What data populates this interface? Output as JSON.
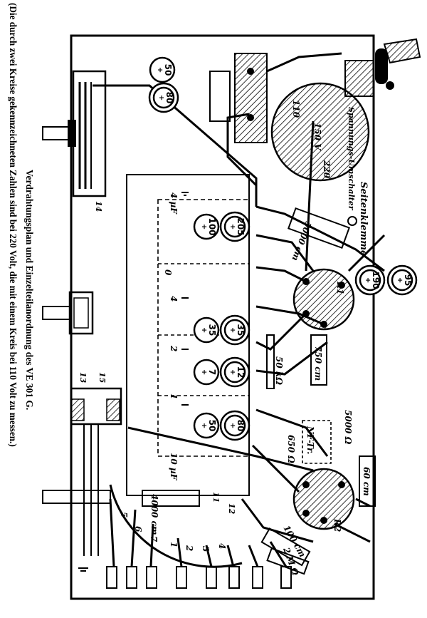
{
  "caption": {
    "line1": "Verdrahtungsplan und Einzelteilanordnung des VE 301 G.",
    "line2": "(Die durch zwei Kreise gekennzeichneten Zahlen sind bei 220 Volt, die mit einem Kreis bei 110 Volt zu messen.)"
  },
  "voltages_double": [
    "80",
    "190",
    "95",
    "205",
    "35",
    "12",
    "80"
  ],
  "voltages_single": [
    "50",
    "100",
    "35",
    "7",
    "50"
  ],
  "labels": {
    "seitenklemme": "Seitenklemme",
    "spannungsumschalter": "Spannungs-Umschalter",
    "v110": "110",
    "v150": "150 V",
    "v220": "220",
    "cap5000": "5000 cm",
    "cap750": "750 cm",
    "cap60": "60 cm",
    "cap100": "100 cm",
    "cap4000": "4000 cm",
    "res50k": "50 kΩ",
    "res5000": "5000 Ω",
    "res650": "650 Ω",
    "res2M": "2 M Ω",
    "nftr": "NF-Tr.",
    "cap4uF_top": "4 µF",
    "cap4uF_mid": "4",
    "cap2": "2",
    "cap1": "1",
    "cap0": "0",
    "cap10uF": "10 µF",
    "t14": "14",
    "t13": "13",
    "t15": "15",
    "t11": "11",
    "t12": "12",
    "r1": "R1",
    "r2": "R2",
    "plus": "+",
    "bandsw": [
      "5",
      "6",
      "7",
      "1",
      "2",
      "3",
      "4"
    ]
  }
}
